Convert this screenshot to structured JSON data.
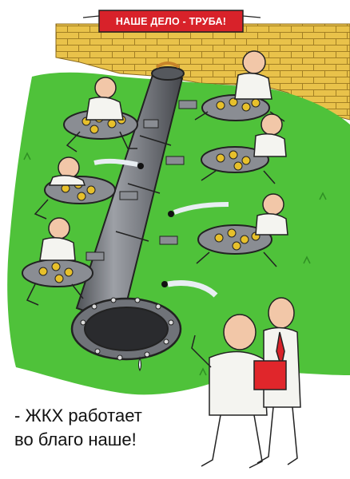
{
  "banner": {
    "text": "НАШЕ ДЕЛО - ТРУБА!"
  },
  "caption": {
    "line1": "- ЖКХ работает",
    "line2": "во благо наше!"
  },
  "colors": {
    "banner": "#d8222a",
    "brick": "#e9c24a",
    "grass": "#4fc23a",
    "pipe": "#7c7f85",
    "coin": "#e7c02b",
    "tray": "#8a8d93",
    "folder": "#e0262b",
    "shirt": "#f4f4f0",
    "skin": "#f2c7a8"
  },
  "icons": [
    "pipe",
    "coin-tray",
    "steam-jet",
    "folder"
  ]
}
